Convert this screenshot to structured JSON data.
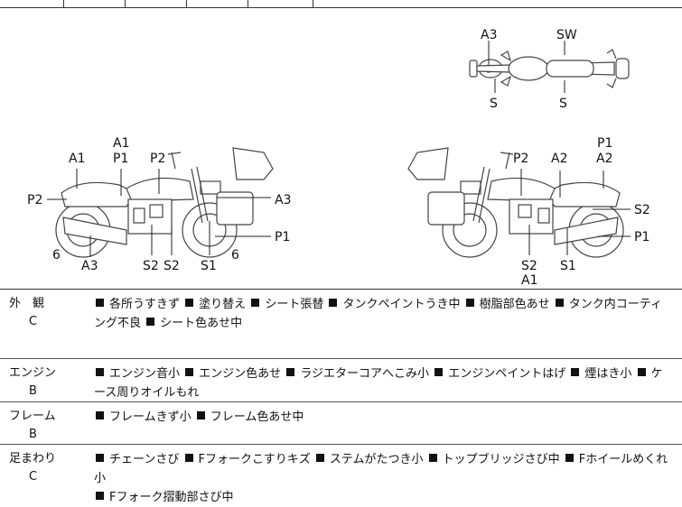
{
  "diagram": {
    "top_view_labels": [
      "A3",
      "SW",
      "S",
      "S"
    ],
    "left_view_labels": [
      "A1",
      "P1",
      "A1",
      "P2",
      "P2",
      "A3",
      "P1",
      "6",
      "A3",
      "S2",
      "S2",
      "S1",
      "6"
    ],
    "right_view_labels": [
      "P1",
      "P2",
      "A2",
      "A2",
      "S2",
      "P1",
      "S2",
      "A1",
      "S1"
    ]
  },
  "table": {
    "rows": [
      {
        "category": "外　観",
        "grade": "C",
        "items": [
          "各所うすきず",
          "塗り替え",
          "シート張替",
          "タンクペイントうき中",
          "樹脂部色あせ",
          "タンク内コーティング不良",
          "シート色あせ中"
        ]
      },
      {
        "category": "エンジン",
        "grade": "B",
        "items": [
          "エンジン音小",
          "エンジン色あせ",
          "ラジエターコアへこみ小",
          "エンジンペイントはげ",
          "煙はき小",
          "ケース周りオイルもれ"
        ]
      },
      {
        "category": "フレーム",
        "grade": "B",
        "items": [
          "フレームきず小",
          "フレーム色あせ中"
        ]
      },
      {
        "category": "足まわり",
        "grade": "C",
        "items": [
          "チェーンさび",
          "Fフォークこすりキズ",
          "ステムがたつき小",
          "トップブリッジさび中",
          "Fホイールめくれ小",
          "Fフォーク摺動部さび中"
        ]
      }
    ]
  }
}
